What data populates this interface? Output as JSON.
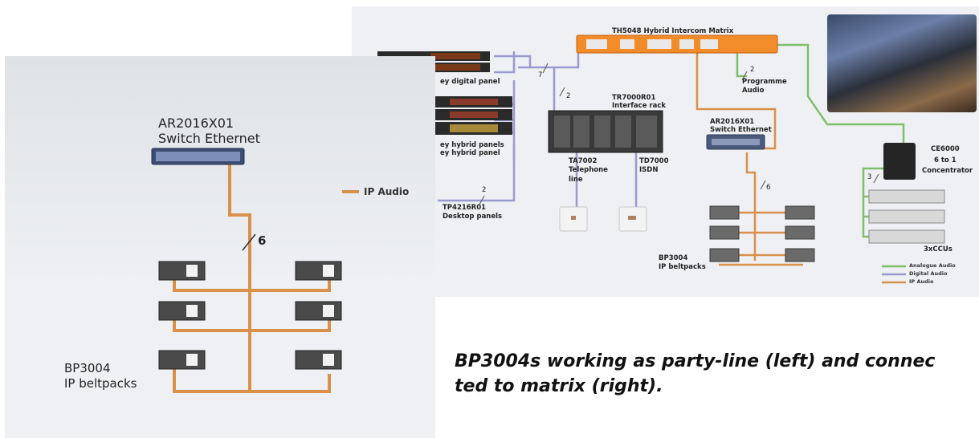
{
  "left": {
    "switch_title": "AR2016X01",
    "switch_subtitle": "Switch Ethernet",
    "link_count": "6",
    "legend_label": "IP Audio",
    "beltpack_title": "BP3004",
    "beltpack_subtitle": "IP beltpacks"
  },
  "right": {
    "matrix_label": "TH5048 Hybrid Intercom Matrix",
    "digital_panel_label": "ey digital panel",
    "hybrid_panels_label_1": "ey hybrid panels",
    "hybrid_panels_label_2": "ey hybrid panel",
    "link_7": "7",
    "link_2_rack": "2",
    "rack_title": "TR7000R01",
    "rack_subtitle": "Interface rack",
    "programme_count": "2",
    "programme_label_1": "Programme",
    "programme_label_2": "Audio",
    "switch_title": "AR2016X01",
    "switch_subtitle": "Switch Ethernet",
    "concentrator_title": "CE6000",
    "concentrator_line2": "6 to 1",
    "concentrator_line3": "Concentrator",
    "link_3": "3",
    "tel_title": "TA7002",
    "tel_line2": "Telephone",
    "tel_line3": "line",
    "isdn_title": "TD7000",
    "isdn_line2": "ISDN",
    "desktop_count": "2",
    "desktop_title": "TP4216R01",
    "desktop_subtitle": "Desktop panels",
    "beltpack_count": "6",
    "beltpack_title": "BP3004",
    "beltpack_subtitle": "IP beltpacks",
    "ccu_label": "3xCCUs",
    "legend": [
      {
        "label": "Analogue Audio",
        "color": "#7fbf6a"
      },
      {
        "label": "Digital Audio",
        "color": "#9a9ad0"
      },
      {
        "label": "IP Audio",
        "color": "#d9904a"
      }
    ]
  },
  "caption": {
    "line1": "BP3004s working as party-line (left) and connec",
    "line2": "ted to matrix (right)."
  },
  "colors": {
    "ip_audio": "#d9904a",
    "analogue_audio": "#7fbf6a",
    "digital_audio": "#9a9ad0"
  }
}
